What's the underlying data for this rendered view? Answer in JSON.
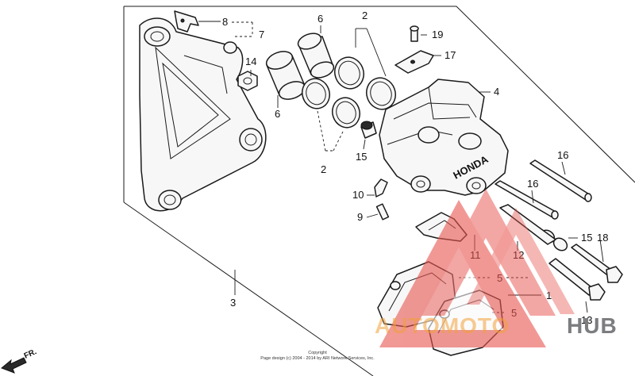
{
  "diagram": {
    "callouts": [
      {
        "id": "c8",
        "text": "8"
      },
      {
        "id": "c7",
        "text": "7"
      },
      {
        "id": "c6a",
        "text": "6"
      },
      {
        "id": "c6b",
        "text": "6"
      },
      {
        "id": "c2a",
        "text": "2"
      },
      {
        "id": "c2b",
        "text": "2"
      },
      {
        "id": "c19",
        "text": "19"
      },
      {
        "id": "c17",
        "text": "17"
      },
      {
        "id": "c14",
        "text": "14"
      },
      {
        "id": "c4",
        "text": "4"
      },
      {
        "id": "c15a",
        "text": "15"
      },
      {
        "id": "c15b",
        "text": "15"
      },
      {
        "id": "c16a",
        "text": "16"
      },
      {
        "id": "c16b",
        "text": "16"
      },
      {
        "id": "c10",
        "text": "10"
      },
      {
        "id": "c9",
        "text": "9"
      },
      {
        "id": "c18",
        "text": "18"
      },
      {
        "id": "c11",
        "text": "11"
      },
      {
        "id": "c12",
        "text": "12"
      },
      {
        "id": "c5a",
        "text": "5"
      },
      {
        "id": "c5b",
        "text": "5"
      },
      {
        "id": "c1",
        "text": "1"
      },
      {
        "id": "c13",
        "text": "13"
      },
      {
        "id": "c3",
        "text": "3"
      }
    ],
    "direction_label": "FR.",
    "caliper_logo": "HONDA",
    "copyright_line1": "Copyright",
    "copyright_line2": "Page design (c) 2004 - 2014 by ARI Network Services, Inc."
  },
  "watermark": {
    "brand_part1": "AUTOMOTO",
    "brand_part2": "HUB",
    "color_red": "#e8554f",
    "color_orange": "#f2a13a",
    "color_gray": "#7b7d80"
  }
}
